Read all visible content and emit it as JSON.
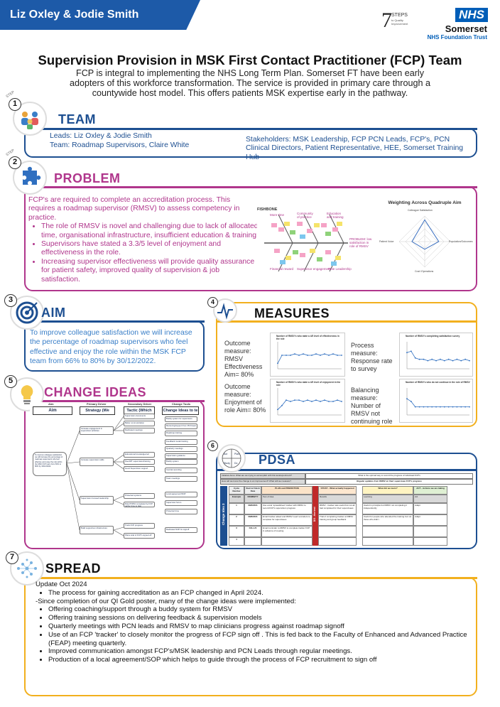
{
  "header": {
    "authors": "Liz Oxley & Jodie Smith",
    "steps_logo_number": "7",
    "steps_logo_word": "STEPS",
    "steps_logo_sub": "to Quality Improvement",
    "nhs_logo": "NHS",
    "org_name": "Somerset",
    "org_trust": "NHS Foundation Trust"
  },
  "title": "Supervision Provision in MSK First Contact Practitioner (FCP) Team",
  "subtitle": "FCP is integral to implementing the NHS Long Term Plan. Somerset FT have been early adopters of this workforce transformation. The service is provided in primary care through a countywide host model. This offers patients MSK expertise early in the pathway.",
  "step_word": "STEP",
  "colors": {
    "team": "#1d4f91",
    "problem": "#b0368c",
    "aim": "#1d4f91",
    "measures": "#f2b01e",
    "change": "#b0368c",
    "pdsa": "#1d4f91",
    "spread": "#f2b01e"
  },
  "team": {
    "step": "1",
    "heading": "TEAM",
    "icon": "team-people-icon",
    "leads": "Leads: Liz Oxley & Jodie Smith",
    "team_line": "Team: Roadmap Supervisors, Claire White",
    "stakeholders": "Stakeholders: MSK Leadership, FCP PCN Leads, FCP's, PCN Clinical Directors, Patient Representative, HEE, Somerset Training Hub"
  },
  "problem": {
    "step": "2",
    "heading": "PROBLEM",
    "icon": "puzzle-icon",
    "intro": "FCP's are required to complete an accreditation process. This requires a roadmap supervisor (RMSV) to assess competency in practice.",
    "bullets": [
      "The role of RMSV is novel and challenging due to lack of allocated time, organisational infrastructure, insufficient education & training.",
      "Supervisors have stated a 3.3/5 level of enjoyment and effectiveness in the role.",
      "Increasing supervisor effectiveness will provide quality assurance for patient safety, improved quality of supervision & job satisfaction."
    ],
    "fishbone": {
      "title": "FISHBONE",
      "labels": [
        "More time",
        "Community of practice",
        "Education and training",
        "Financial reward",
        "Supervisor engagement",
        "Role Leadership"
      ],
      "head": "PROBLEM: low satisfaction in role of RMSV"
    },
    "radar": {
      "title": "Weighting Across Quadruple Aim",
      "axes": [
        "Colleague Satisfaction",
        "Population/Outcomes",
        "Cost /Operations",
        "Patient Voice"
      ],
      "values": [
        0.85,
        0.55,
        0.3,
        0.5
      ]
    }
  },
  "aim": {
    "step": "3",
    "heading": "AIM",
    "icon": "target-icon",
    "text": "To improve colleague satisfaction we will increase the percentage of roadmap supervisors who feel effective and enjoy the role within the MSK FCP team from 66% to 80% by 30/12/2022."
  },
  "measures": {
    "step": "4",
    "heading": "MEASURES",
    "icon": "pulse-chart-icon",
    "items": [
      {
        "label": "Outcome measure: RMSV Effectiveness Aim= 80%",
        "chart_title": "Number of RMSV's who state a 4/5 level of effectiveness in the role",
        "values": [
          0.2,
          0.5,
          0.5,
          0.5,
          0.55,
          0.5,
          0.55,
          0.5,
          0.5,
          0.55,
          0.5,
          0.55,
          0.5,
          0.55,
          0.5,
          0.5
        ]
      },
      {
        "label": "Process measure: Response rate to survey",
        "chart_title": "Number of RMSV's completing satisfaction survey",
        "values": [
          0.6,
          0.65,
          0.4,
          0.35,
          0.35,
          0.3,
          0.35,
          0.3,
          0.35,
          0.3,
          0.35,
          0.3,
          0.35,
          0.3,
          0.35,
          0.3
        ]
      },
      {
        "label": "Outcome measure: Enjoyment of role Aim= 80%",
        "chart_title": "Number of RMSV's who state a 4/5 level of enjoyment in the role",
        "values": [
          0.2,
          0.35,
          0.55,
          0.5,
          0.55,
          0.55,
          0.5,
          0.55,
          0.5,
          0.55,
          0.5,
          0.55,
          0.5,
          0.5,
          0.55,
          0.5
        ]
      },
      {
        "label": "Balancing measure: Number of RMSV not continuing role",
        "chart_title": "Number of RMSV's who do not continue in the role of RMSV",
        "values": [
          0.6,
          0.5,
          0.3,
          0.3,
          0.3,
          0.3,
          0.3,
          0.3,
          0.3,
          0.3,
          0.3,
          0.3,
          0.3,
          0.3,
          0.3,
          0.3
        ]
      }
    ]
  },
  "change": {
    "step": "5",
    "heading": "CHANGE IDEAS",
    "icon": "lightbulb-icon",
    "driver_headers": [
      "Aim",
      "Primary Driver",
      "Secondary Driver",
      "Change Tools"
    ],
    "bar_labels": [
      "Aim",
      "Strategy (We Need to",
      "Tactic (Which",
      "Change Ideas to te"
    ],
    "aim_text": "To improve colleague satisfaction we will increase the percentage of roadmap supervisors who feel effective and enjoy the role within the MSK FCP team from 66% to 80% by 30/12/2022.",
    "primary": [
      "Increase engagement in supervision activities",
      "Increase supervision skills",
      "Supervision focused leadership",
      "Build supportive infrastructure"
    ],
    "secondary": [
      "Supervision documents",
      "Better communication",
      "Dedicated meetings",
      "Educational knowledge/cert",
      "Peer/MT supervision/training",
      "Good Supervision support",
      "Protected systems",
      "Role PI/RSJ completed by FCP gather time to plan",
      "Track FCP progress",
      "Plans total of FCP's signed off"
    ],
    "ideas": [
      "Buddy system for supervisors",
      "Mentoring/support from PCN lead",
      "Roadmap training",
      "Feedback model training",
      "Quarterly meetings",
      "Supervision guidance",
      "Buddy system",
      "Central recording",
      "Team meetings",
      "Local agreement/SOP",
      "Supervisor forum",
      "Protected time",
      "Dedicated SOP for signoff"
    ]
  },
  "pdsa": {
    "step": "6",
    "heading": "PDSA",
    "icon": "pdsa-cycle-icon",
    "cycle_labels": [
      "Act",
      "Plan",
      "Study",
      "Do"
    ],
    "top_left": "Initiative Aims: What are we trying to accomplish with this test/experiment?",
    "top_right": "What is the optimal way to record the progress of individual FCP's",
    "sub_left": "How will we know the change is an improvement? What will we measure?",
    "sub_right": "Regular updates from RMSV on their supervisee FCP's progress",
    "side_label": "Change Idea 3",
    "do_label": "DO - the test",
    "headers": [
      "Cycle Number",
      "Start & Finish Date",
      "PLAN and PREDICTION",
      "STUDY - What actually happened",
      "What did we learn?",
      "ACT - Actions we are taking"
    ],
    "rows": [
      [
        "Example",
        "DD/MM/YY",
        "Test of idea",
        "Results",
        "Learning",
        "Act"
      ],
      [
        "1",
        "08/6/2021",
        "Use excel 'spreadsheet' tracker with RMSV to record FCP's supervision progress",
        "RMSV - tracker was useful but not all had completed for their supervisees",
        "Useful in principle but RMSV not completing it independently",
        "Adapt"
      ],
      [
        "2",
        "08/8/2021",
        "Email tracker asked and RMSV need reminders to complete for supervisees",
        "Trial of completing tracker at RMSV training and group feedback",
        "Useful for people who attended the training but not those who didn't",
        "Adapt"
      ],
      [
        "3",
        "FALL21",
        "Email reminder to RMSV to complete tracker FCP in advance of meeting",
        "",
        "",
        ""
      ],
      [
        "4",
        "",
        "",
        "",
        "",
        ""
      ]
    ]
  },
  "spread": {
    "step": "7",
    "heading": "SPREAD",
    "icon": "network-icon",
    "update": "Update Oct 2024",
    "bullet_first": "The process for gaining accreditation as an FCP changed in April 2024.",
    "note": "-Since completion of our QI Gold poster, many of the change ideas were implemented:",
    "bullets": [
      "Offering coaching/support through a buddy system for RMSV",
      "Offering training sessions on delivering feedback & supervision models",
      "Quarterly meetings with PCN leads and RMSV to map clinicians progress against roadmap signoff",
      "Use of an FCP 'tracker' to closely monitor the progress of FCP sign off . This is fed back to the Faculty of Enhanced and Advanced Practice (FEAP) meeting quarterly.",
      "Improved communication amongst FCP's/MSK leadership and PCN Leads through regular meetings.",
      "Production of a local agreement/SOP which helps to guide through the process of FCP recruitment to sign off"
    ]
  }
}
